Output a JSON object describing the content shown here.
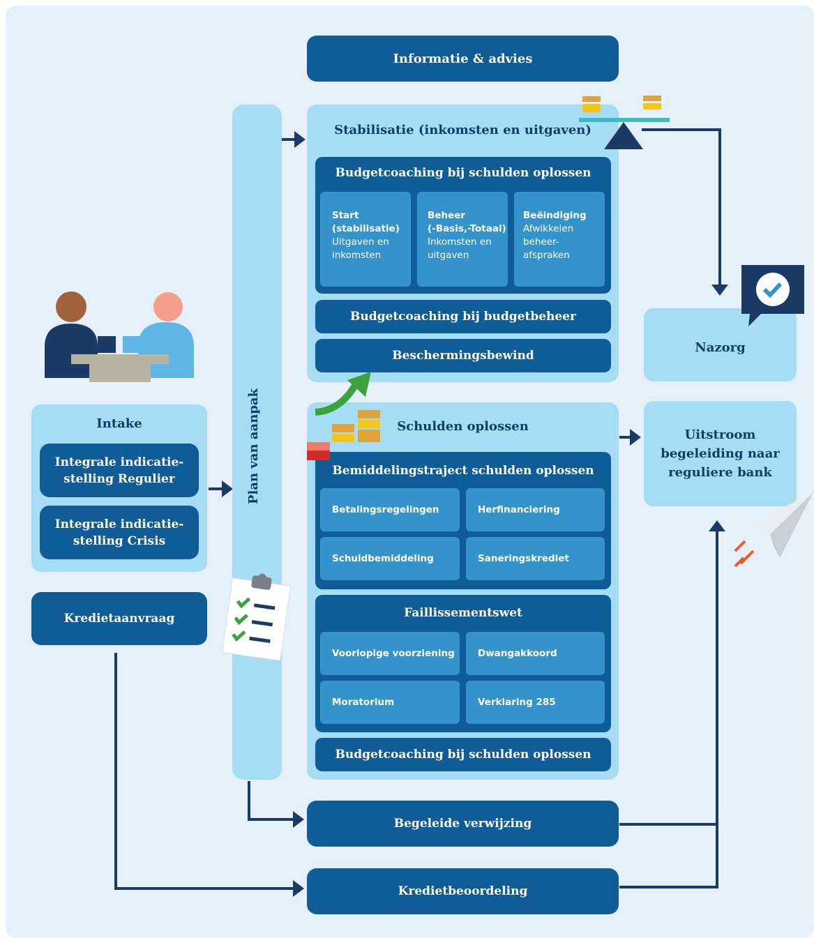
{
  "top": {
    "info": "Informatie & advies"
  },
  "stabilisatie": {
    "title": "Stabilisatie (inkomsten en uitgaven)",
    "coaching_title": "Budgetcoaching bij schulden oplossen",
    "phases": [
      {
        "head": "Start\n(stabilisatie)",
        "body": "Uitgaven en\ninkomsten"
      },
      {
        "head": "Beheer\n(-Basis,-Totaal)",
        "body": "Inkomsten en\nuitgaven"
      },
      {
        "head": "Beëindiging",
        "body": "Afwikkelen\nbeheer-\nafspraken"
      }
    ],
    "budgetbeheer": "Budgetcoaching bij budgetbeheer",
    "bewind": "Beschermingsbewind"
  },
  "schulden": {
    "title": "Schulden oplossen",
    "bemiddeling_title": "Bemiddelingstraject schulden oplossen",
    "bemiddeling_items": [
      "Betalingsregelingen",
      "Herfinanciering",
      "Schuldbemiddeling",
      "Saneringskrediet"
    ],
    "faillissement_title": "Faillissementswet",
    "faillissement_items": [
      "Voorlopige voorziening",
      "Dwangakkoord",
      "Moratorium",
      "Verklaring 285"
    ],
    "coaching_bottom": "Budgetcoaching bij schulden oplossen"
  },
  "plan": {
    "label": "Plan van aanpak"
  },
  "intake": {
    "title": "Intake",
    "regulier": "Integrale indicatie-\nstelling Regulier",
    "crisis": "Integrale indicatie-\nstelling Crisis"
  },
  "krediet": {
    "aanvraag": "Kredietaanvraag",
    "beoordeling": "Kredietbeoordeling"
  },
  "verwijzing": "Begeleide verwijzing",
  "nazorg": "Nazorg",
  "uitstroom": "Uitstroom\nbegeleiding naar\nreguliere bank",
  "colors": {
    "dark_blue": "#0f5c96",
    "light_blue": "#a7dcf5",
    "cell_blue": "#3593cc",
    "navy": "#0e3d66",
    "background": "#e4f0fa"
  },
  "icons": [
    "people-at-table-icon",
    "clipboard-checklist-icon",
    "balance-scale-icon",
    "chat-check-icon",
    "coin-stacks-icon",
    "growth-arrow-icon",
    "paper-plane-icon"
  ]
}
